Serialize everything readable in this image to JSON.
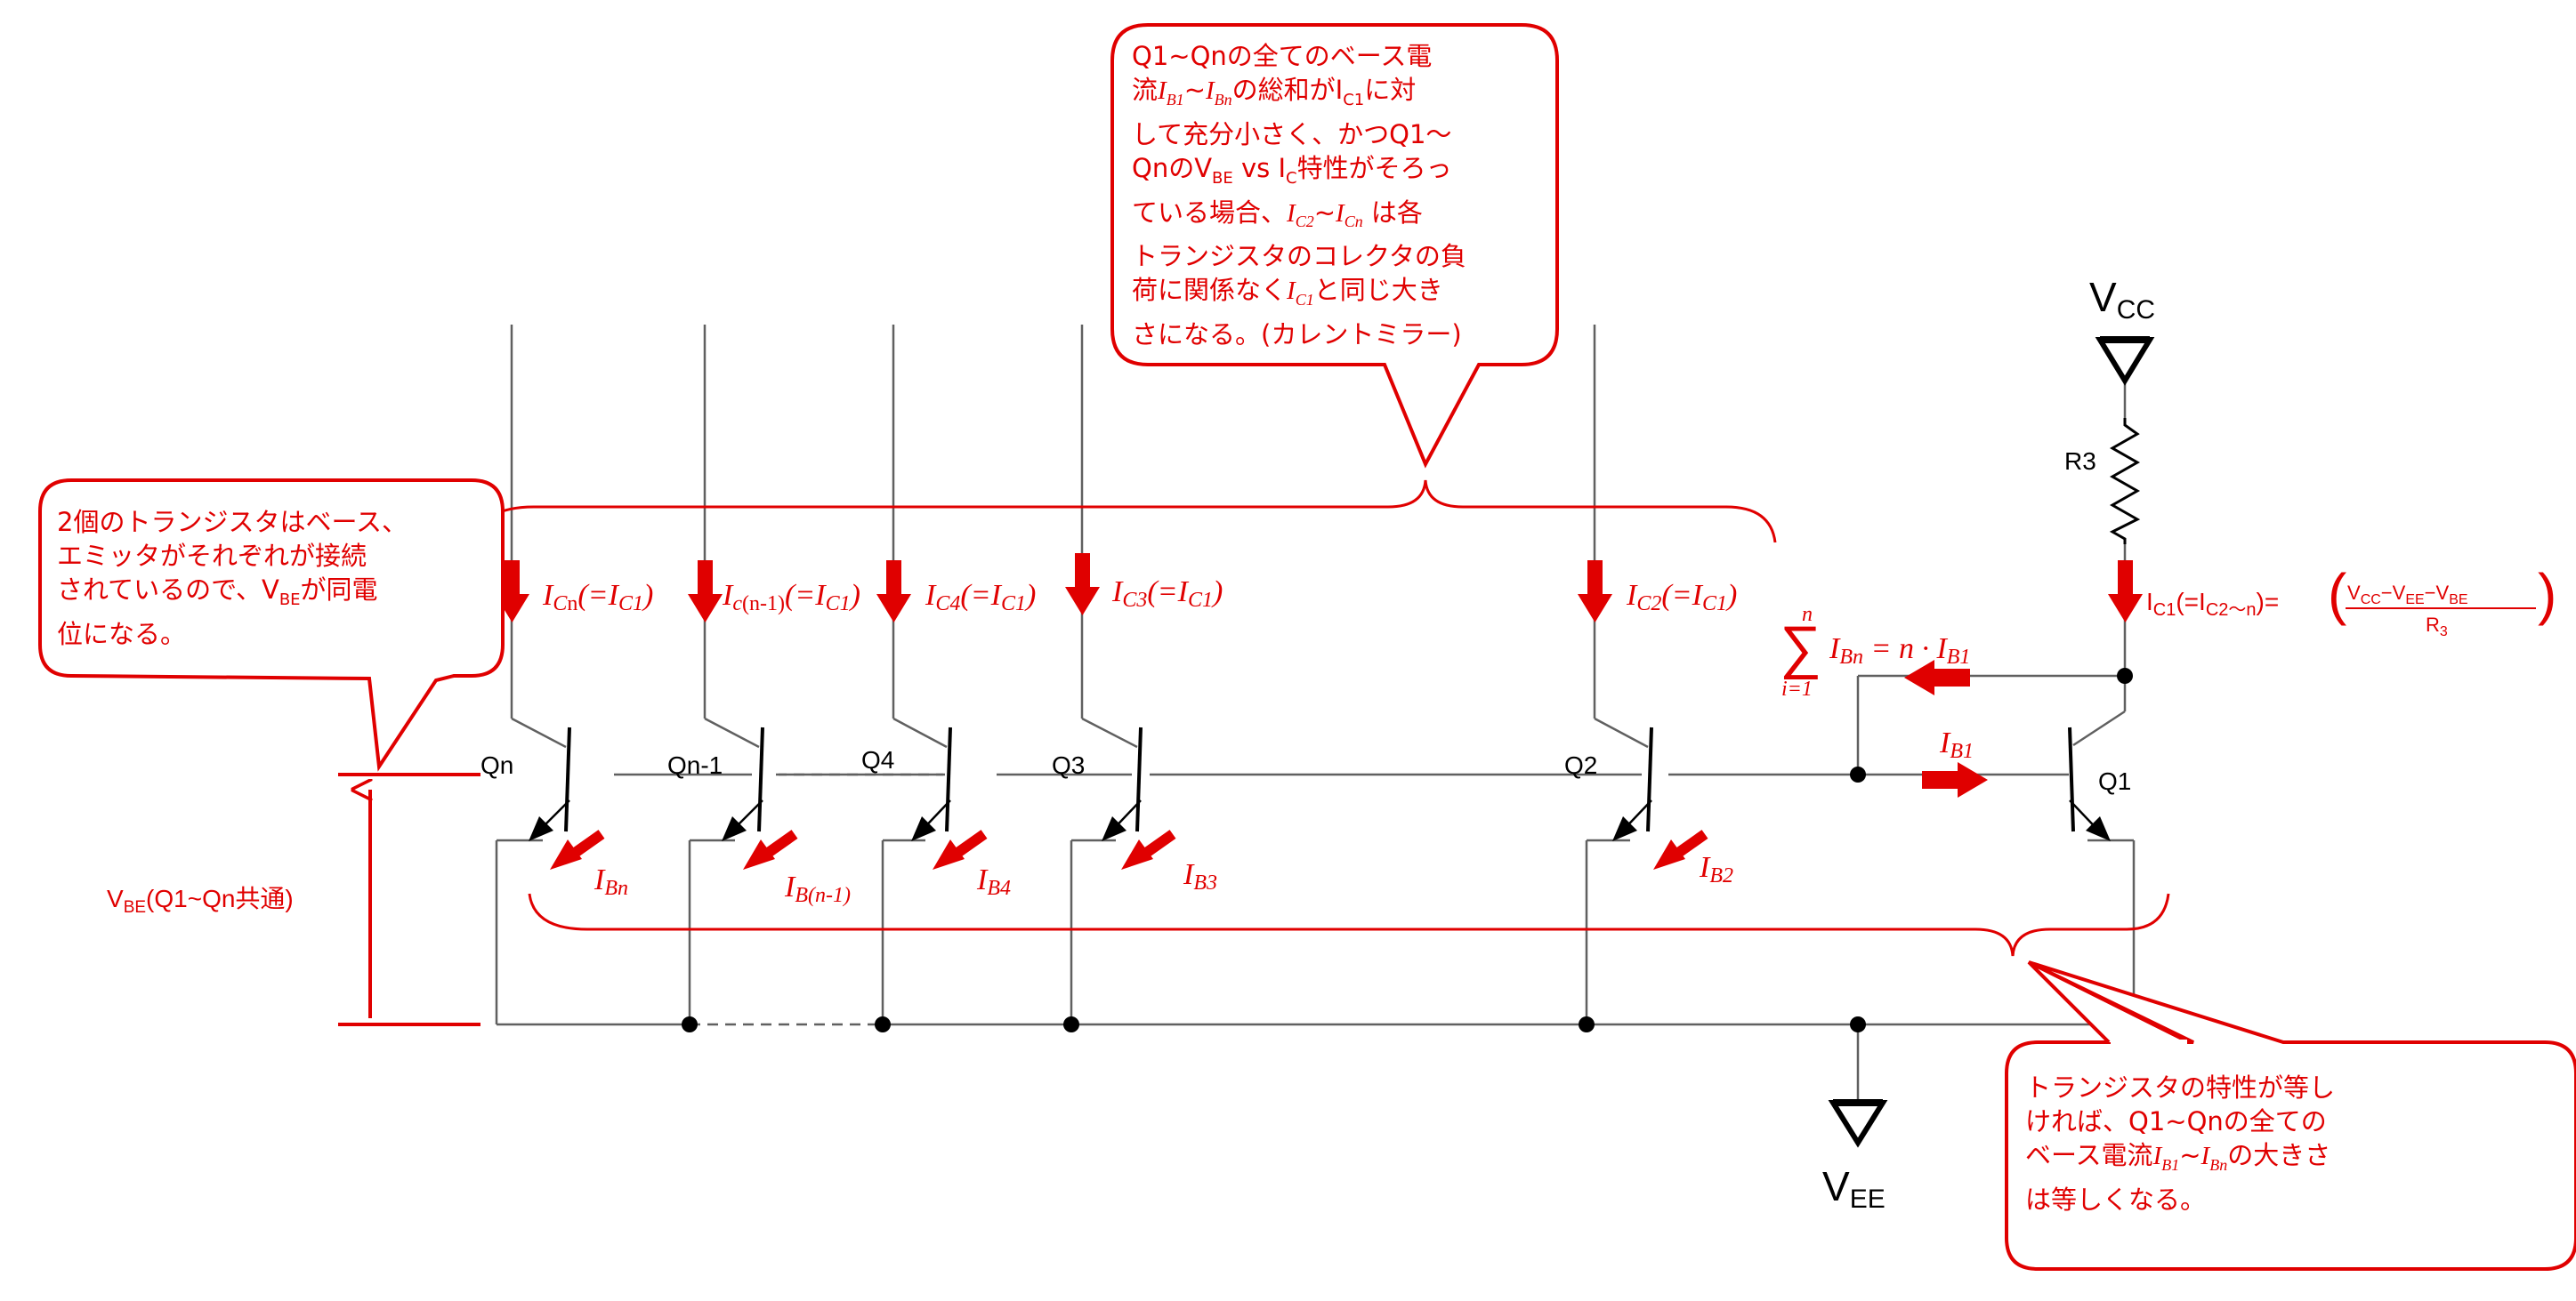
{
  "colors": {
    "accent": "#e00000",
    "wire": "#606060",
    "device": "#000000",
    "background": "#ffffff"
  },
  "labels": {
    "vcc": "V",
    "vcc_sub": "CC",
    "vee": "V",
    "vee_sub": "EE",
    "r3": "R3",
    "qn": "Qn",
    "qn1": "Qn-1",
    "q4": "Q4",
    "q3": "Q3",
    "q2": "Q2",
    "q1": "Q1"
  },
  "currents": {
    "icn_main": "I",
    "icn_sub": "C",
    "icn_n": "n",
    "icn_eq": "(=I",
    "icn_eq_sub": "C1",
    "close": ")",
    "icn1_main": "I",
    "icn1_sub": "c",
    "icn1_n": "(n-1)",
    "icn1_eq": "(=I",
    "icn1_eq_sub": "C1",
    "ic4_main": "I",
    "ic4_sub": "C4",
    "ic4_eq": "(=I",
    "ic4_eq_sub": "C1",
    "ic3_main": "I",
    "ic3_sub": "C3",
    "ic3_eq": "(=I",
    "ic3_eq_sub": "C1",
    "ic2_main": "I",
    "ic2_sub": "C2",
    "ic2_eq": "(=I",
    "ic2_eq_sub": "C1",
    "ib1_main": "I",
    "ib1_sub": "B1",
    "ibn_main": "I",
    "ibn_sub": "Bn",
    "ibn1_main": "I",
    "ibn1_sub": "B(n-1)",
    "ib4_main": "I",
    "ib4_sub": "B4",
    "ib3_main": "I",
    "ib3_sub": "B3",
    "ib2_main": "I",
    "ib2_sub": "B2"
  },
  "formula": {
    "ic1_prefix": "I",
    "ic1_prefix_sub": "C1",
    "ic1_mid": "(=I",
    "ic1_mid_sub": "C2～n",
    "ic1_tail": ")=",
    "numer": "V",
    "numer_sub1": "CC",
    "numer_op1": "−V",
    "numer_sub2": "EE",
    "numer_op2": "−V",
    "numer_sub3": "BE",
    "denom": "R",
    "denom_sub": "3",
    "sum_top": "n",
    "sum_bottom": "i=1",
    "sum_symbol": "∑",
    "sum_body": "I",
    "sum_body_sub": "Bn",
    "sum_eq": " = n · I",
    "sum_eq_sub": "B1"
  },
  "vbe": {
    "main": "V",
    "sub": "BE",
    "rest": "(Q1~Qn共通)"
  },
  "callouts": {
    "top": {
      "l1": "Q1~Qnの全てのベース電",
      "l2_a": "流",
      "l2_i1": "I",
      "l2_i1s": "B1",
      "l2_t": "~",
      "l2_i2": "I",
      "l2_i2s": "Bn",
      "l2_b": "の総和がI",
      "l2_bs": "C1",
      "l2_c": "に対",
      "l3": "して充分小さく、かつQ1～",
      "l4_a": "QnのV",
      "l4_as": "BE",
      "l4_b": " vs I",
      "l4_bs": "C",
      "l4_c": "特性がそろっ",
      "l5_a": "ている場合、",
      "l5_i1": "I",
      "l5_i1s": "C2",
      "l5_t": "~",
      "l5_i2": "I",
      "l5_i2s": "Cn",
      "l5_b": " は各",
      "l6": "トランジスタのコレクタの負",
      "l7_a": "荷に関係なく",
      "l7_i": "I",
      "l7_is": "C1",
      "l7_b": "と同じ大き",
      "l8": "さになる。(カレントミラー)"
    },
    "left": {
      "l1": "2個のトランジスタはベース、",
      "l2": "エミッタがそれぞれが接続",
      "l3_a": "されているので、V",
      "l3_s": "BE",
      "l3_b": "が同電",
      "l4": "位になる。"
    },
    "bottom": {
      "l1": "トランジスタの特性が等し",
      "l2": "ければ、Q1~Qnの全ての",
      "l3_a": "ベース電流",
      "l3_i1": "I",
      "l3_i1s": "B1",
      "l3_t": "~",
      "l3_i2": "I",
      "l3_i2s": "Bn",
      "l3_b": "の大きさ",
      "l4": "は等しくなる。"
    }
  }
}
